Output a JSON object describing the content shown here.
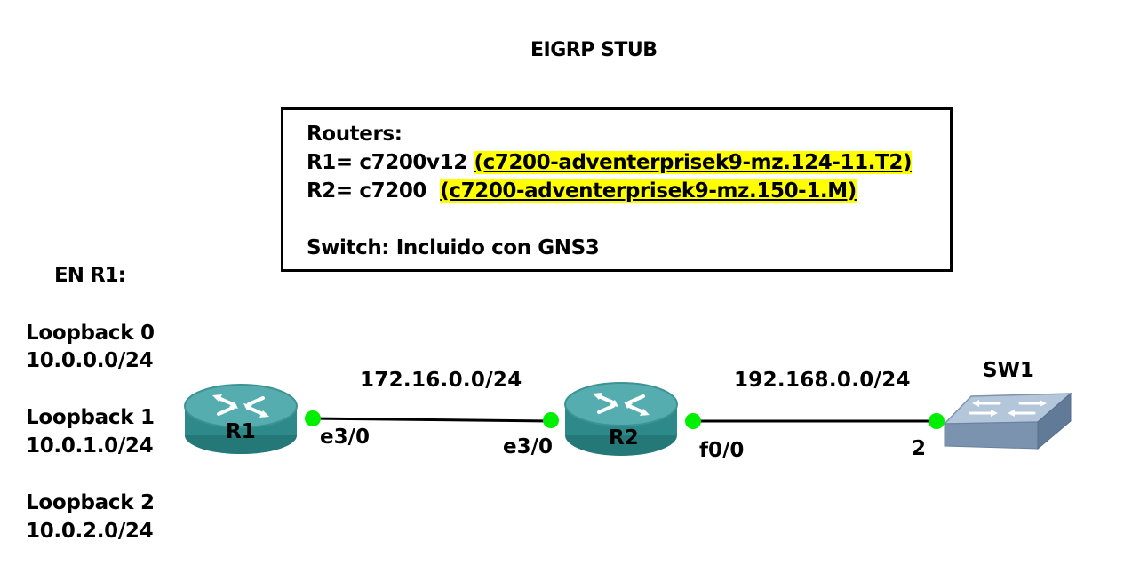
{
  "title": "EIGRP STUB",
  "info": {
    "routers_heading": "Routers:",
    "r1_prefix": "R1= c7200v12 ",
    "r1_image": "(c7200-adventerprisek9-mz.124-11.T2)",
    "r2_prefix": "R2= c7200  ",
    "r2_image": "(c7200-adventerprisek9-mz.150-1.M)",
    "switch_line": "Switch: Incluido con GNS3"
  },
  "r1_section": {
    "heading": "EN R1:",
    "loopbacks": [
      {
        "name": "Loopback 0",
        "network": "10.0.0.0/24"
      },
      {
        "name": "Loopback 1",
        "network": "10.0.1.0/24"
      },
      {
        "name": "Loopback 2",
        "network": "10.0.2.0/24"
      }
    ]
  },
  "nodes": {
    "r1": "R1",
    "r2": "R2",
    "sw1": "SW1"
  },
  "links": [
    {
      "network": "172.16.0.0/24",
      "a_port": "e3/0",
      "b_port": "e3/0"
    },
    {
      "network": "192.168.0.0/24",
      "a_port": "f0/0",
      "b_port": "2"
    }
  ],
  "colors": {
    "router_body": "#2e8a8a",
    "router_top": "#4fa9aa",
    "switch_body": "#8aa3bf",
    "port_dot": "#00ee00",
    "highlight": "#ffff00"
  }
}
